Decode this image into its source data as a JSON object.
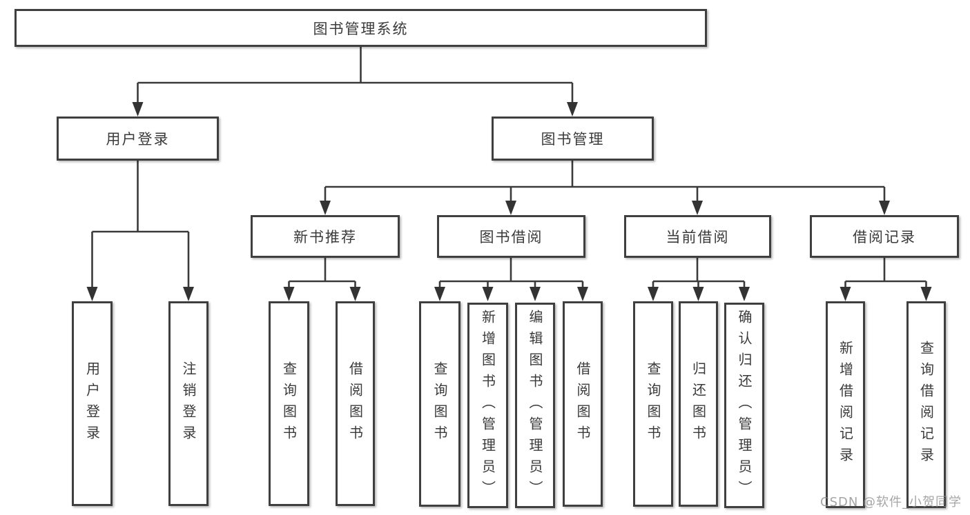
{
  "tree": {
    "root": "图书管理系统",
    "branches": [
      {
        "label": "用户登录",
        "children": [
          "用户登录",
          "注销登录"
        ]
      },
      {
        "label": "图书管理",
        "sections": [
          {
            "label": "新书推荐",
            "children": [
              "查询图书",
              "借阅图书"
            ]
          },
          {
            "label": "图书借阅",
            "children": [
              "查询图书",
              "新增图书（管理员）",
              "编辑图书（管理员）",
              "借阅图书"
            ]
          },
          {
            "label": "当前借阅",
            "children": [
              "查询图书",
              "归还图书",
              "确认归还（管理员）"
            ]
          },
          {
            "label": "借阅记录",
            "children": [
              "新增借阅记录",
              "查询借阅记录"
            ]
          }
        ]
      }
    ]
  },
  "watermark": "CSDN @软件_小贺同学",
  "colors": {
    "box_border": "#3f3f3f",
    "connector_line": "#3a3a3a",
    "text": "#3a3a3a",
    "background": "#ffffff",
    "watermark": "#8c8c8c"
  }
}
